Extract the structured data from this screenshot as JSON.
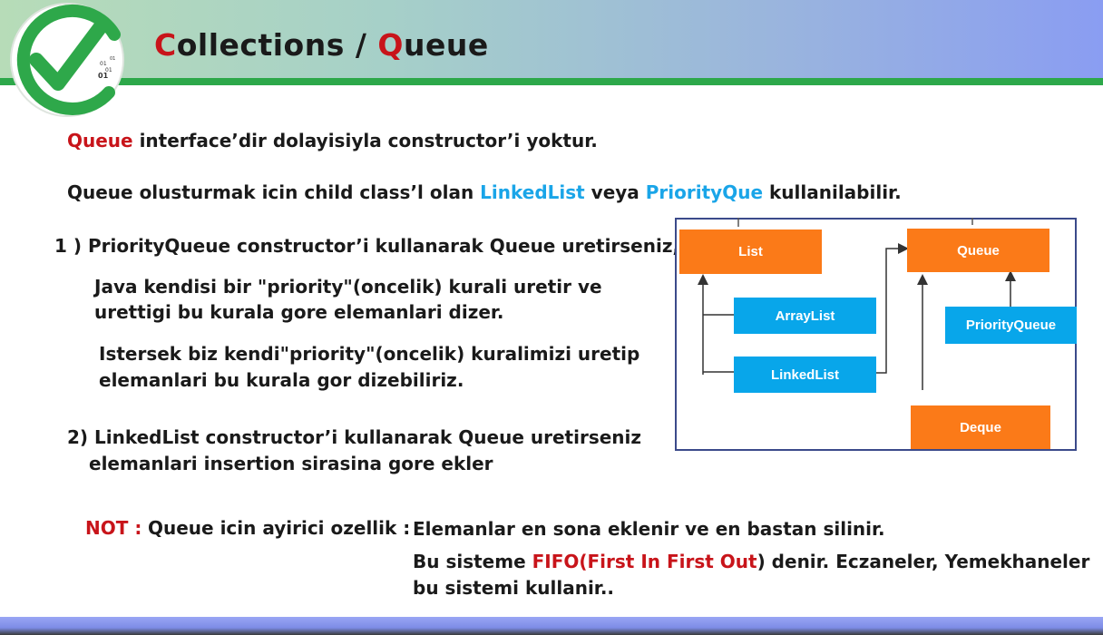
{
  "header": {
    "title_c": "C",
    "title_rest1": "ollections / ",
    "title_q": "Q",
    "title_rest2": "ueue",
    "logo_text_1": "01",
    "logo_text_2": "01",
    "logo_text_3": "01",
    "logo_text_4": "01"
  },
  "content": {
    "l1_red": "Queue",
    "l1_rest": " interface’dir dolayisiyla constructor’i yoktur.",
    "l2_a": "Queue olusturmak icin child class’l olan ",
    "l2_linked": "LinkedList",
    "l2_b": " veya ",
    "l2_prio": "PriorityQue",
    "l2_c": " kullanilabilir.",
    "p1": "1 ) PriorityQueue constructor’i kullanarak Queue uretirseniz,",
    "p1_sub1a": "Java kendisi bir \"priority\"(oncelik)   kurali uretir ve",
    "p1_sub1b": "urettigi bu kurala gore elemanlari dizer.",
    "p1_sub2a": "Istersek biz kendi\"priority\"(oncelik) kuralimizi uretip",
    "p1_sub2b": "elemanlari bu kurala gor dizebiliriz.",
    "p2a": "2) LinkedList constructor’i kullanarak Queue uretirseniz",
    "p2b": "elemanlari insertion sirasina gore ekler",
    "not_label": "NOT :",
    "not_key": "Queue icin ayirici ozellik :",
    "not_v1": "Elemanlar en sona eklenir ve en bastan silinir.",
    "not_v2a": "Bu sisteme ",
    "not_v2_fifo": "FIFO(First In First Out",
    "not_v2b": ") denir.  Eczaneler, Yemekhaneler",
    "not_v3": "bu sistemi kullanir.."
  },
  "diagram": {
    "list": "List",
    "queue": "Queue",
    "arraylist": "ArrayList",
    "priorityqueue": "PriorityQueue",
    "linkedlist": "LinkedList",
    "deque": "Deque"
  },
  "colors": {
    "red": "#c8141a",
    "blue": "#1aa5e8",
    "orange": "#fb7a18",
    "cyan": "#08a6ea",
    "green": "#2da84a"
  }
}
